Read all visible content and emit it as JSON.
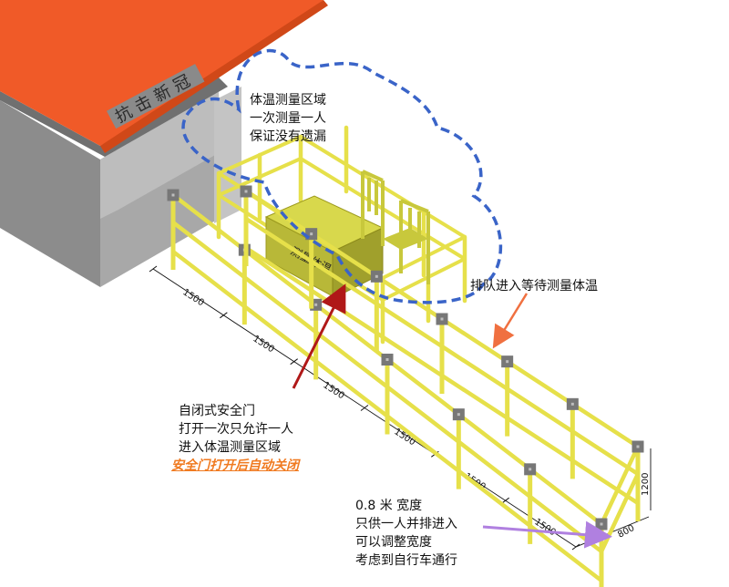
{
  "diagram": {
    "building_sign": "抗击新冠",
    "table_label": "测量体温",
    "zone_note": [
      "体温测量区域",
      "一次测量一人",
      "保证没有遗漏"
    ],
    "queue_note": "排队进入等待测量体温",
    "gate_note": [
      "自闭式安全门",
      "打开一次只允许一人",
      "进入体温测量区域"
    ],
    "gate_warning": "安全门打开后自动关闭",
    "width_note": [
      "0.8 米 宽度",
      "只供一人并排进入",
      "可以调整宽度",
      "考虑到自行车通行"
    ],
    "dimensions": {
      "segments": [
        "1500",
        "1500",
        "1500",
        "1500",
        "1500",
        "1500"
      ],
      "height": "1200",
      "width": "800"
    },
    "colors": {
      "roof": "#f05a28",
      "wall": "#9a9a9a",
      "rail": "#e6e04a",
      "rail_edge": "#9c9a1e",
      "table": "#c8c83c",
      "cloud": "#3a64c8",
      "queue_arrow": "#f07040",
      "gate_arrow": "#b01818",
      "width_arrow": "#b080e0"
    }
  }
}
